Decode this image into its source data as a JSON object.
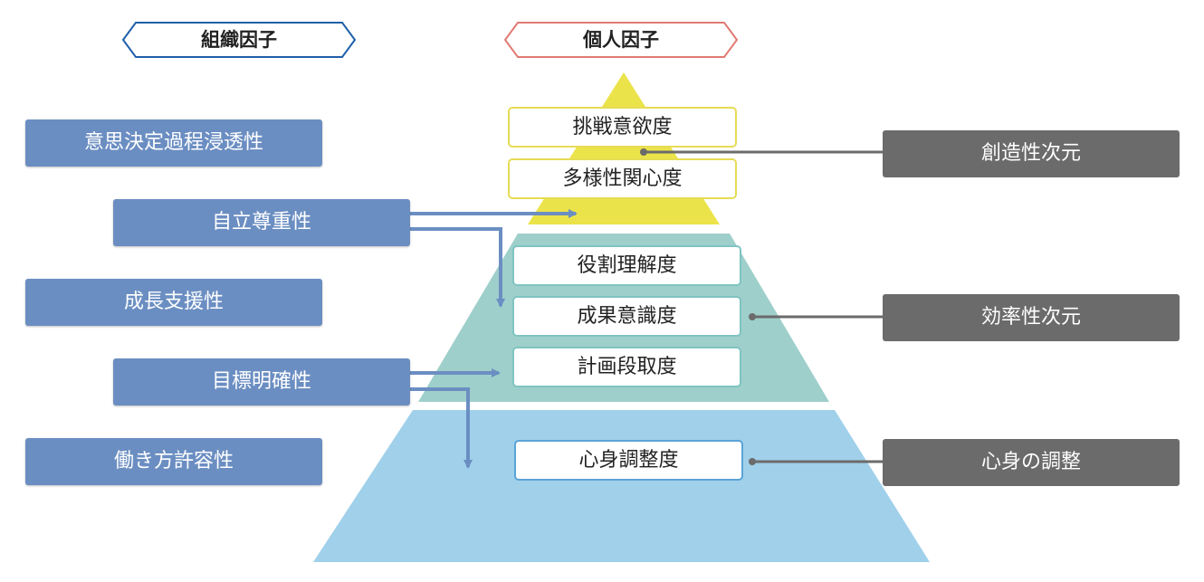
{
  "headers": {
    "organizational": "組織因子",
    "individual": "個人因子"
  },
  "organizational_factors": [
    "意思決定過程浸透性",
    "自立尊重性",
    "成長支援性",
    "目標明確性",
    "働き方許容性"
  ],
  "pyramid": {
    "top": [
      "挑戦意欲度",
      "多様性関心度"
    ],
    "middle": [
      "役割理解度",
      "成果意識度",
      "計画段取度"
    ],
    "bottom": [
      "心身調整度"
    ]
  },
  "dimensions": [
    "創造性次元",
    "効率性次元",
    "心身の調整"
  ],
  "colors": {
    "org_box": "#6b8ec2",
    "dim_box": "#6b6b6b",
    "pyramid_top": "#ebe34a",
    "pyramid_middle": "#9ecfcb",
    "pyramid_bottom": "#a0d0ea",
    "org_tag_border": "#1f5fa8",
    "ind_tag_border": "#e07a72",
    "arrow": "#6b8ec2",
    "connector": "#6b6b6b"
  }
}
